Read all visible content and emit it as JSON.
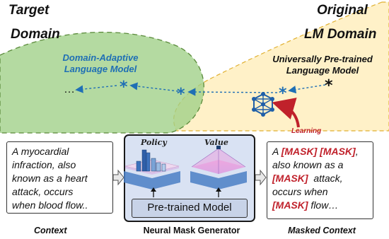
{
  "regions": {
    "target": {
      "line1": "Target",
      "line2": "Domain",
      "color": "#8fbf6f"
    },
    "original": {
      "line1": "Original",
      "line2": "LM Domain",
      "color": "#ffe9a8"
    }
  },
  "models": {
    "domain_adaptive": {
      "line1": "Domain-Adaptive",
      "line2": "Language Model",
      "color": "#1f6fb5"
    },
    "pretrained": {
      "line1": "Universally Pre-trained",
      "line2": "Language Model"
    }
  },
  "ellipsis": "…",
  "learning_label": "Learning",
  "context": {
    "lines": [
      "A myocardial",
      "infraction, also",
      "known as a heart",
      "attack, occurs",
      "when blood flow.."
    ],
    "caption": "Context"
  },
  "generator": {
    "policy_label": "Policy",
    "value_label": "Value",
    "pretrained_label": "Pre-trained Model",
    "caption": "Neural Mask Generator"
  },
  "masked": {
    "l1_pre": "A ",
    "l1_mask": "[MASK] [MASK]",
    "l1_post": ",",
    "l2": "also known as a",
    "l3_mask": "[MASK]",
    "l3_post": "  attack,",
    "l4": "occurs when",
    "l5_mask": "[MASK]",
    "l5_post": " flow…",
    "caption": "Masked Context"
  },
  "colors": {
    "mask": "#c0212b",
    "arrow": "#1f6fb5",
    "panel": "#d9e2f3"
  }
}
